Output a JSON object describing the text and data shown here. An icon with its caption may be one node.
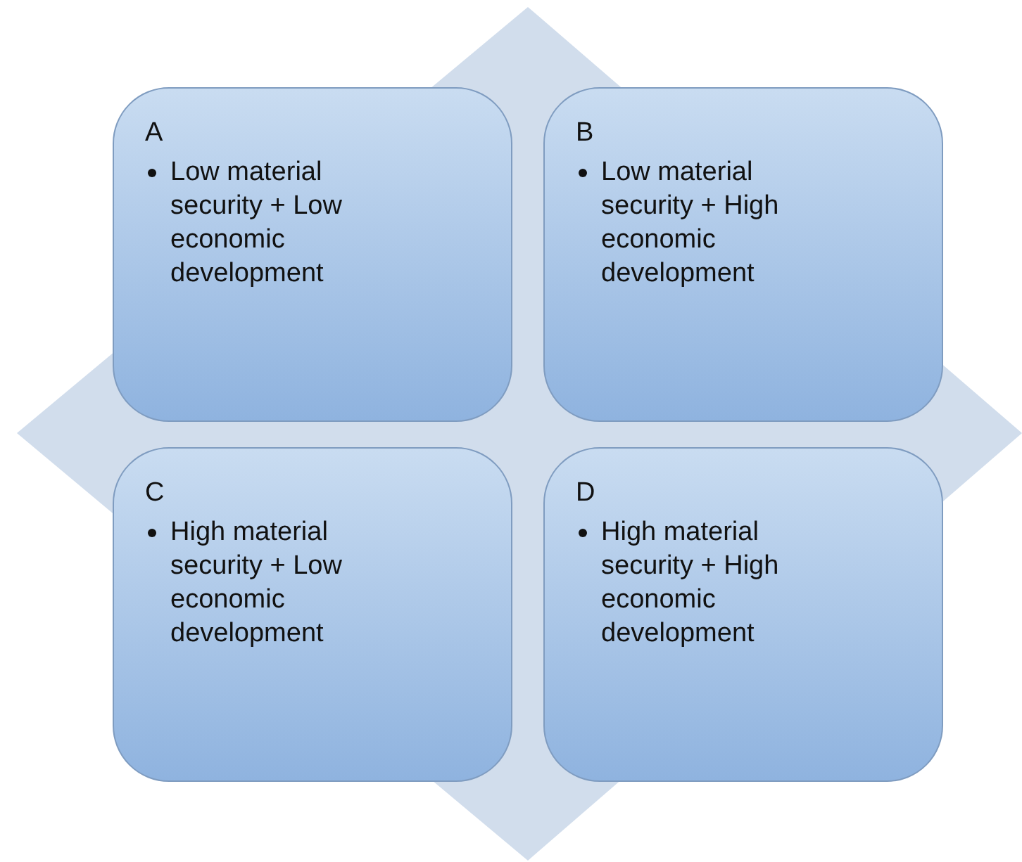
{
  "diagram": {
    "nodes": [
      {
        "text": [
          "A",
          "Low material security + Low economic development"
        ]
      },
      {
        "text": [
          "B",
          "Low material security + High economic development"
        ]
      },
      {
        "text": [
          "C",
          "High material security + Low economic development"
        ]
      },
      {
        "text": [
          "D",
          "High material security + High economic development"
        ]
      }
    ]
  }
}
